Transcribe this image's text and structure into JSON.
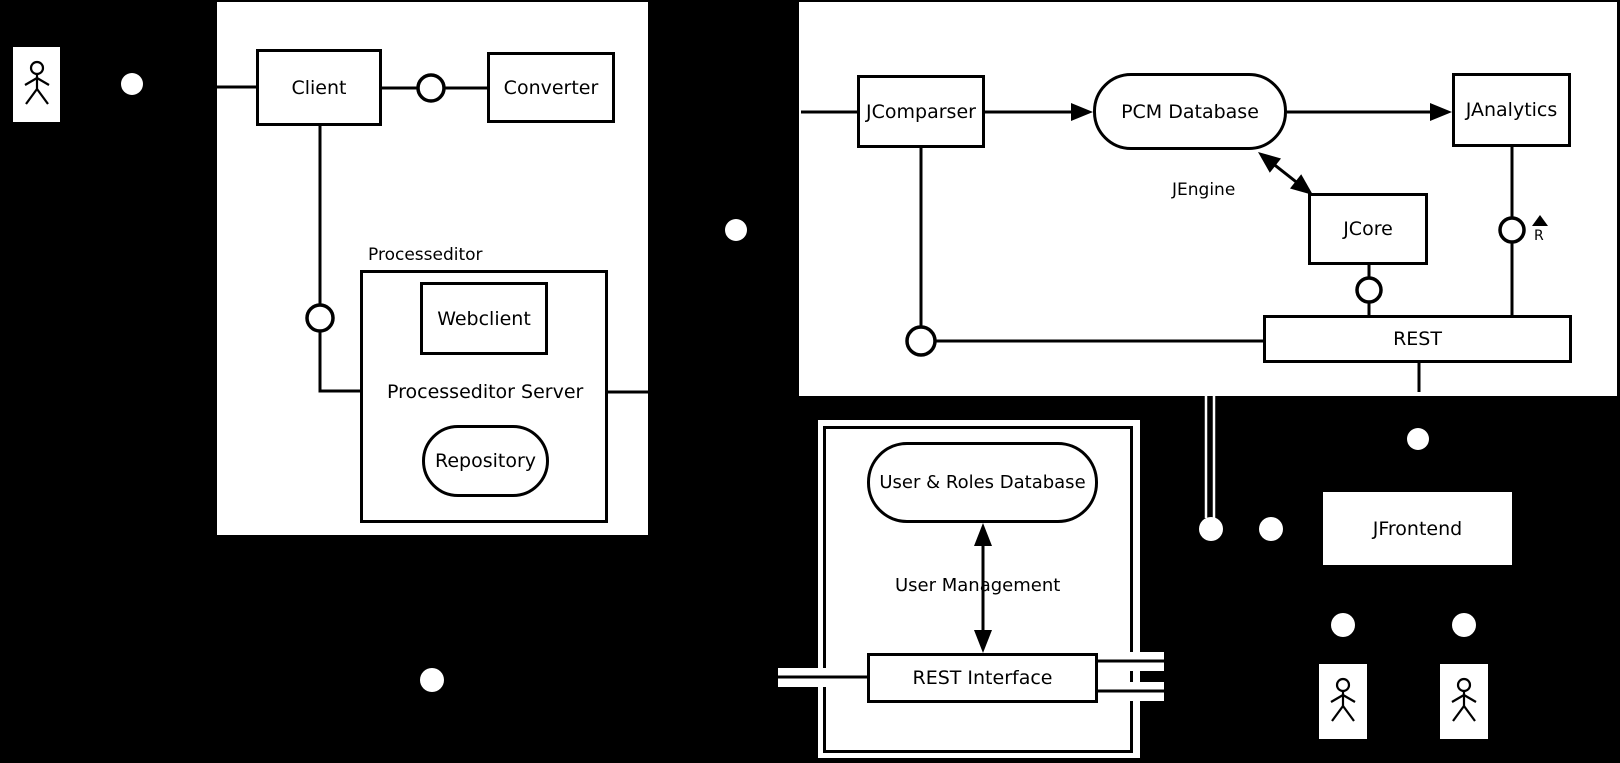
{
  "colors": {
    "background": "#000000",
    "node_fill": "#ffffff",
    "stroke": "#000000"
  },
  "nodes": {
    "client": "Client",
    "converter": "Converter",
    "webclient": "Webclient",
    "repository": "Repository",
    "jcomparser": "JComparser",
    "pcm_database": "PCM Database",
    "janalytics": "JAnalytics",
    "jcore": "JCore",
    "rest": "REST",
    "user_roles_database": "User & Roles Database",
    "rest_interface": "REST Interface",
    "jfrontend": "JFrontend"
  },
  "labels": {
    "processeditor": "Processeditor",
    "processeditor_server": "Processeditor Server",
    "jengine": "JEngine",
    "user_management": "User Management",
    "r_marker": "R"
  }
}
